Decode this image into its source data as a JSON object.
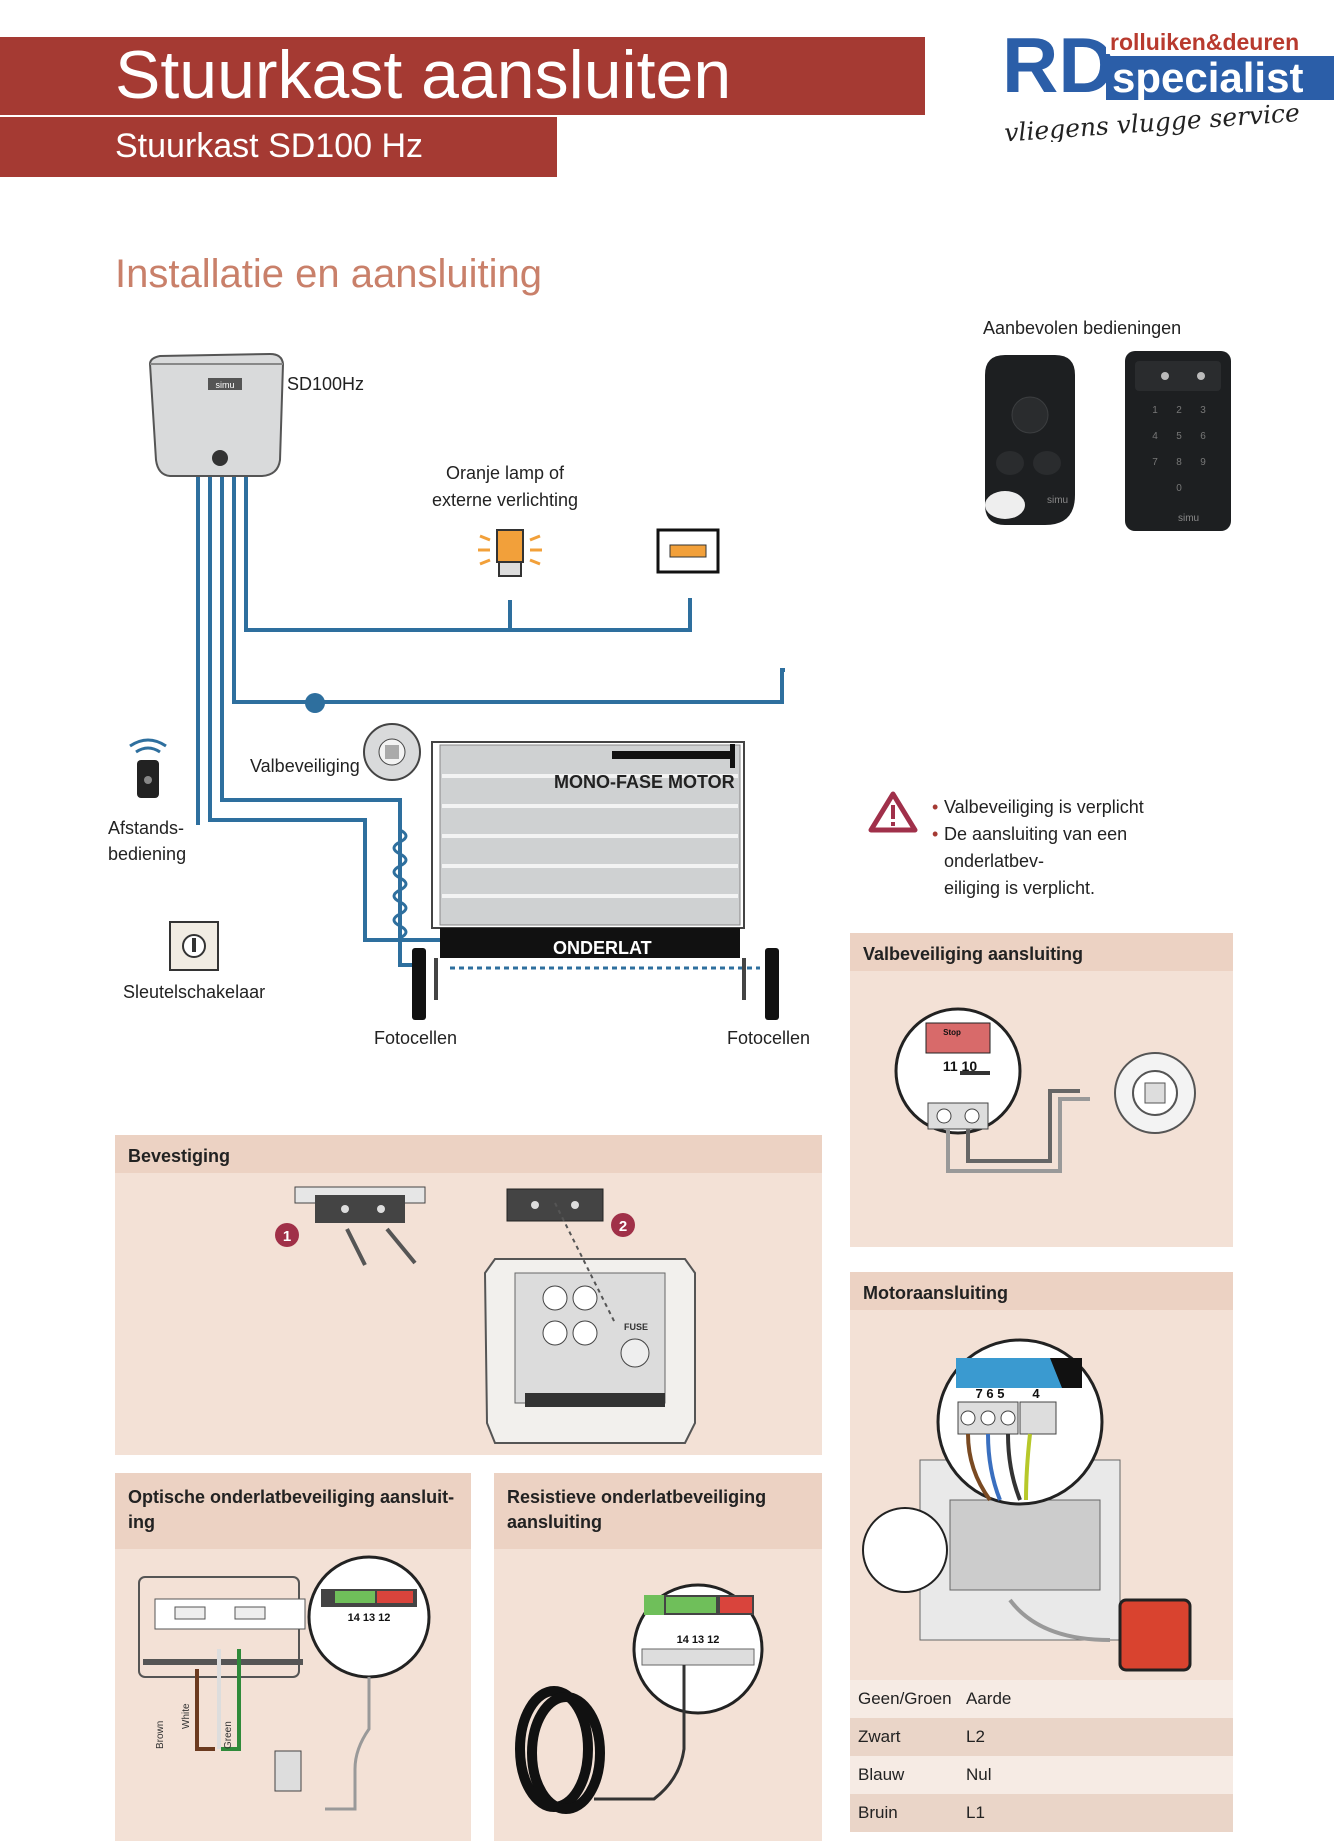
{
  "header": {
    "title": "Stuurkast aansluiten",
    "subtitle": "Stuurkast SD100 Hz"
  },
  "logo": {
    "mark": "RD",
    "top": "rolluiken&deuren",
    "main": "specialist",
    "tagline": "vliegens vlugge service"
  },
  "section_title": "Installatie en aansluiting",
  "diagram": {
    "controller_label": "SD100Hz",
    "controller_brand": "simu",
    "lamp_label_line1": "Oranje lamp of",
    "lamp_label_line2": "externe verlichting",
    "fall_protection": "Valbeveiliging",
    "motor": "MONO-FASE MOTOR",
    "bottom_bar": "ONDERLAT",
    "remote_line1": "Afstands-",
    "remote_line2": "bediening",
    "key_switch": "Sleutelschakelaar",
    "photocells_left": "Fotocellen",
    "photocells_right": "Fotocellen"
  },
  "recommended": {
    "title": "Aanbevolen bedieningen",
    "remote_brand": "simu",
    "keypad_brand": "simu",
    "keypad_keys": [
      "1",
      "2",
      "3",
      "4",
      "5",
      "6",
      "7",
      "8",
      "9",
      "0"
    ]
  },
  "warning": {
    "items": [
      "Valbeveiliging is verplicht",
      "De aansluiting van een onderlatbev-\neiliging is verplicht."
    ]
  },
  "panels": {
    "bevestiging": {
      "title": "Bevestiging",
      "step1": "1",
      "step2": "2",
      "fuse": "FUSE"
    },
    "optisch": {
      "title": "Optische onderlatbeveiliging aansluit-\ning",
      "wires": [
        "Brown",
        "White",
        "Green"
      ],
      "terminals": "14 13 12"
    },
    "resistief": {
      "title": "Resistieve onderlatbeveiliging\naansluiting",
      "terminals": "14 13 12"
    },
    "valbeveiliging": {
      "title": "Valbeveiliging aansluiting",
      "stop": "Stop",
      "terminals": "11 10"
    },
    "motor": {
      "title": "Motoraansluiting",
      "terminals_a": "7 6 5",
      "terminals_b": "4"
    }
  },
  "wire_table": {
    "rows": [
      {
        "color": "Geen/Groen",
        "function": "Aarde"
      },
      {
        "color": "Zwart",
        "function": "L2"
      },
      {
        "color": "Blauw",
        "function": "Nul"
      },
      {
        "color": "Bruin",
        "function": "L1"
      }
    ]
  },
  "colors": {
    "accent": "#a53a33",
    "section": "#c9806a",
    "wire": "#2e6f9e",
    "panel": "#f3e1d6"
  }
}
